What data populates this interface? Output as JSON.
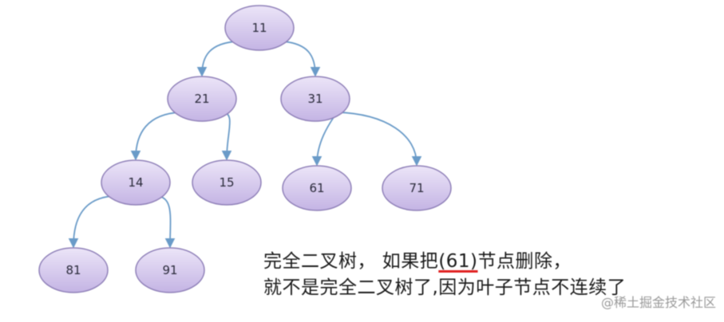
{
  "tree": {
    "nodes": [
      {
        "id": "n11",
        "label": "11"
      },
      {
        "id": "n21",
        "label": "21"
      },
      {
        "id": "n31",
        "label": "31"
      },
      {
        "id": "n14",
        "label": "14"
      },
      {
        "id": "n15",
        "label": "15"
      },
      {
        "id": "n61",
        "label": "61"
      },
      {
        "id": "n71",
        "label": "71"
      },
      {
        "id": "n81",
        "label": "81"
      },
      {
        "id": "n91",
        "label": "91"
      }
    ],
    "edges": [
      {
        "from": "n11",
        "to": "n21"
      },
      {
        "from": "n11",
        "to": "n31"
      },
      {
        "from": "n21",
        "to": "n14"
      },
      {
        "from": "n21",
        "to": "n15"
      },
      {
        "from": "n31",
        "to": "n61"
      },
      {
        "from": "n31",
        "to": "n71"
      },
      {
        "from": "n14",
        "to": "n81"
      },
      {
        "from": "n14",
        "to": "n91"
      }
    ],
    "colors": {
      "node_fill": "#d9cdee",
      "node_stroke": "#8f80b8",
      "edge": "#6a9bc8"
    }
  },
  "caption": {
    "line1_prefix": "完全二叉树， 如果把",
    "line1_highlight": "(61)",
    "line1_suffix": "节点删除，",
    "line2": "就不是完全二叉树了,因为叶子节点不连续了"
  },
  "watermark": "@稀土掘金技术社区"
}
